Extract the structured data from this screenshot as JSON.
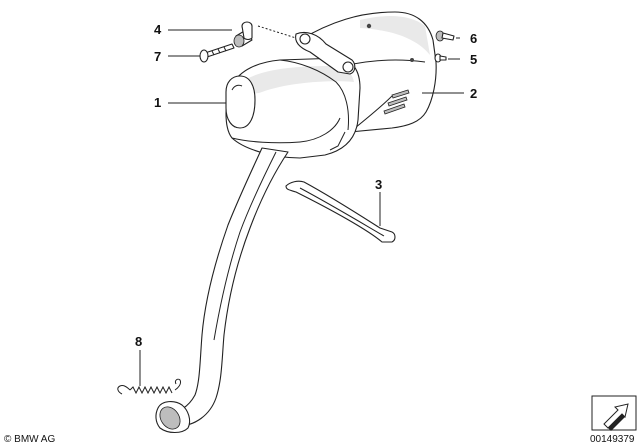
{
  "callouts": [
    {
      "id": "c1",
      "label": "1"
    },
    {
      "id": "c2",
      "label": "2"
    },
    {
      "id": "c3",
      "label": "3"
    },
    {
      "id": "c4",
      "label": "4"
    },
    {
      "id": "c5",
      "label": "5"
    },
    {
      "id": "c6",
      "label": "6"
    },
    {
      "id": "c7",
      "label": "7"
    },
    {
      "id": "c8",
      "label": "8"
    }
  ],
  "footer": {
    "copyright": "© BMW AG",
    "diagram_number": "00149379"
  }
}
